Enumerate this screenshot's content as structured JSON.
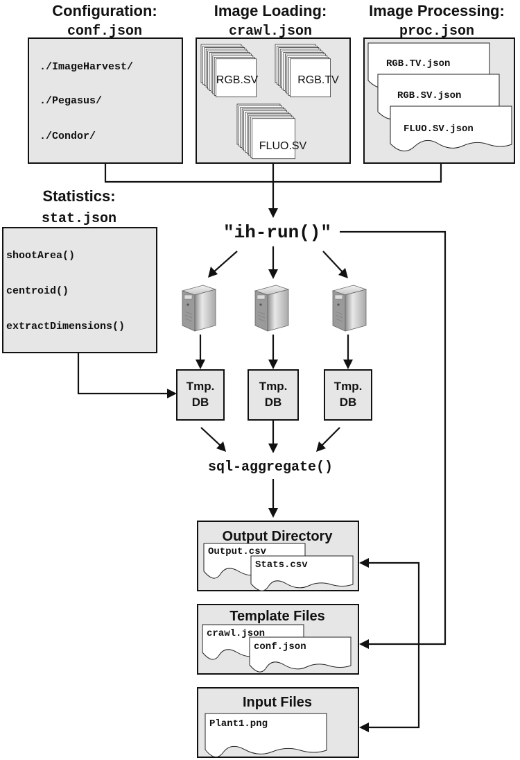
{
  "configuration": {
    "title": "Configuration:",
    "file": "conf.json",
    "paths": [
      "./ImageHarvest/",
      "./Pegasus/",
      "./Condor/"
    ]
  },
  "image_loading": {
    "title": "Image Loading:",
    "file": "crawl.json",
    "stacks": [
      "RGB.SV",
      "RGB.TV",
      "FLUO.SV"
    ]
  },
  "image_processing": {
    "title": "Image Processing:",
    "file": "proc.json",
    "docs": [
      "RGB.TV.json",
      "RGB.SV.json",
      "FLUO.SV.json"
    ]
  },
  "statistics": {
    "title": "Statistics:",
    "file": "stat.json",
    "functions": [
      "shootArea()",
      "centroid()",
      "extractDimensions()"
    ]
  },
  "run": {
    "label": "\"ih-run()\""
  },
  "servers": {
    "icon": "server-tower-icon",
    "count": 3
  },
  "tmp_db": {
    "line1": "Tmp.",
    "line2": "DB"
  },
  "aggregate": {
    "label": "sql-aggregate()"
  },
  "output_directory": {
    "title": "Output Directory",
    "files": [
      "Output.csv",
      "Stats.csv"
    ]
  },
  "template_files": {
    "title": "Template Files",
    "files": [
      "crawl.json",
      "conf.json"
    ]
  },
  "input_files": {
    "title": "Input Files",
    "files": [
      "Plant1.png"
    ]
  },
  "colors": {
    "box_fill": "#e6e6e6",
    "stroke": "#111111",
    "paper": "#ffffff",
    "server_body": "#cfcfcf"
  }
}
